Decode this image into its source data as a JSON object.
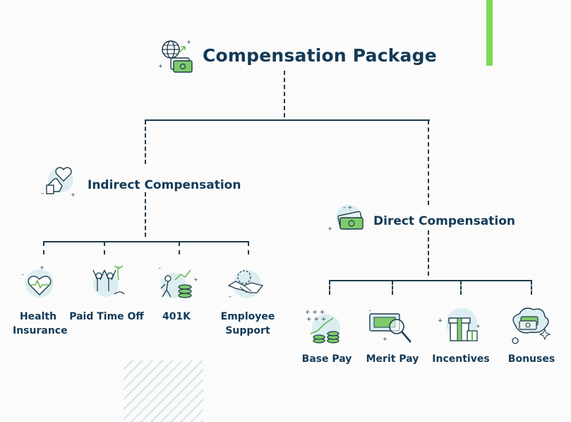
{
  "title": "Compensation Package",
  "indirect": {
    "label": "Indirect Compensation",
    "items": [
      "Health\nInsurance",
      "Paid Time Off",
      "401K",
      "Employee\nSupport"
    ]
  },
  "direct": {
    "label": "Direct Compensation",
    "items": [
      "Base Pay",
      "Merit Pay",
      "Incentives",
      "Bonuses"
    ]
  },
  "colors": {
    "text": "#133a57",
    "lines": "#1d3a4c",
    "accent": "#7fd957",
    "icon_circle": "#dcedf2",
    "icon_green": "#5fb54a"
  },
  "icons": [
    "globe-money-icon",
    "heart-hand-icon",
    "money-stack-icon",
    "heart-monitor-icon",
    "celebrating-people-icon",
    "elder-coins-icon",
    "handshake-icon",
    "coins-growth-icon",
    "magnified-bill-icon",
    "gift-box-icon",
    "money-cloud-icon"
  ]
}
